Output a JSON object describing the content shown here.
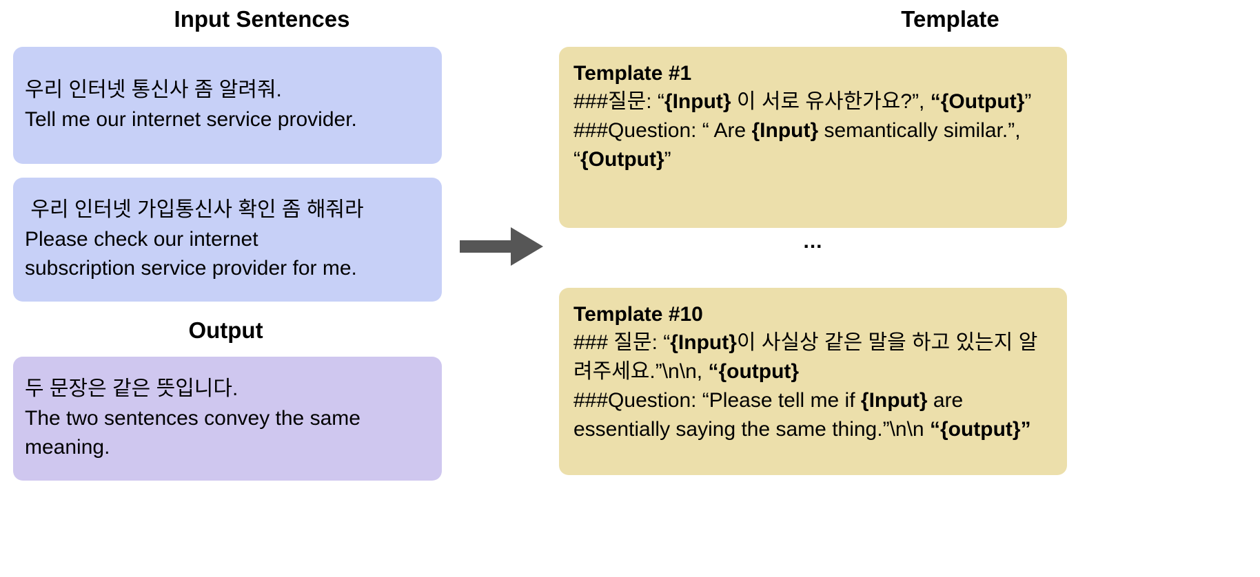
{
  "headings": {
    "input_sentences": "Input Sentences",
    "output": "Output",
    "template": "Template"
  },
  "input_sentences": [
    {
      "korean": "우리 인터넷 통신사 좀 알려줘.",
      "english": "Tell me our internet service provider."
    },
    {
      "korean": " 우리 인터넷 가입통신사 확인 좀 해줘라",
      "english": "Please check our internet\nsubscription service provider for me."
    }
  ],
  "output": {
    "korean": "두 문장은 같은 뜻입니다.",
    "english": "The two sentences convey the same\nmeaning."
  },
  "templates": [
    {
      "title": "Template #1",
      "lines": [
        [
          {
            "t": "###질문: “",
            "b": false
          },
          {
            "t": "{Input}",
            "b": true
          },
          {
            "t": " 이 서로 유사한가요?”, ",
            "b": false
          },
          {
            "t": "“{Output}",
            "b": true
          },
          {
            "t": "”",
            "b": false
          }
        ],
        [
          {
            "t": "###Question: “ Are ",
            "b": false
          },
          {
            "t": "{Input}",
            "b": true
          },
          {
            "t": " semantically similar.”, “",
            "b": false
          },
          {
            "t": "{Output}",
            "b": true
          },
          {
            "t": "”",
            "b": false
          }
        ]
      ]
    },
    {
      "title": "Template #10",
      "lines": [
        [
          {
            "t": "### 질문: “",
            "b": false
          },
          {
            "t": "{Input}",
            "b": true
          },
          {
            "t": "이 사실상 같은 말을 하고 있는지 알려주세요.”\\n\\n, ",
            "b": false
          },
          {
            "t": "“{output}",
            "b": true
          }
        ],
        [
          {
            "t": "###Question: “Please tell me if ",
            "b": false
          },
          {
            "t": "{Input}",
            "b": true
          },
          {
            "t": " are essentially saying the same thing.”\\n\\n ",
            "b": false
          },
          {
            "t": "“{output}”",
            "b": true
          }
        ]
      ]
    }
  ],
  "separator": {
    "ellipsis": "..."
  },
  "arrow": {
    "label": "right-arrow",
    "color": "#565656"
  },
  "colors": {
    "input_bubble": "#c7d0f7",
    "output_bubble": "#cfc7ef",
    "template_bubble": "#ecdfab",
    "arrow": "#565656",
    "text": "#000000",
    "background": "#ffffff"
  }
}
